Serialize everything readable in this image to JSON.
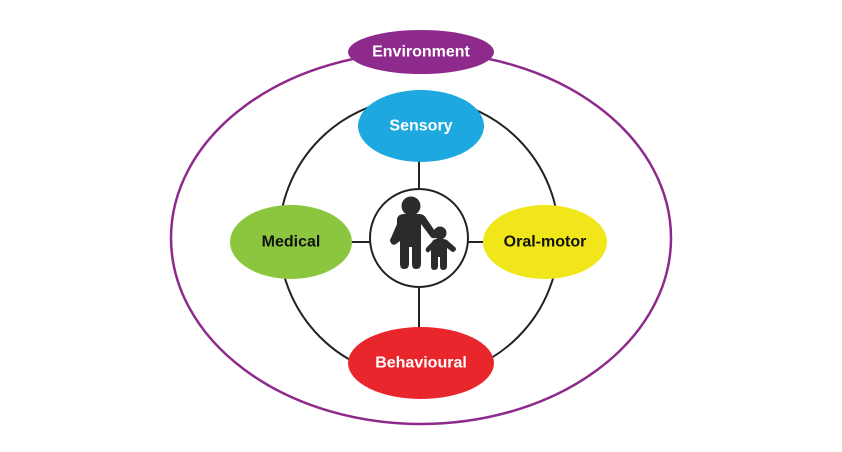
{
  "diagram": {
    "outer": {
      "label": "Environment",
      "color": "#8e2a8b",
      "text_color": "#ffffff"
    },
    "nodes": {
      "sensory": {
        "label": "Sensory",
        "color": "#1ea8e0",
        "text_color": "#ffffff"
      },
      "medical": {
        "label": "Medical",
        "color": "#8cc63f",
        "text_color": "#111111"
      },
      "oral_motor": {
        "label": "Oral-motor",
        "color": "#f0e61a",
        "text_color": "#111111"
      },
      "behavioural": {
        "label": "Behavioural",
        "color": "#e8262b",
        "text_color": "#ffffff"
      }
    },
    "center": {
      "icon": "parent-child-icon",
      "color": "#2b2b2b"
    },
    "line_color": "#222222"
  }
}
